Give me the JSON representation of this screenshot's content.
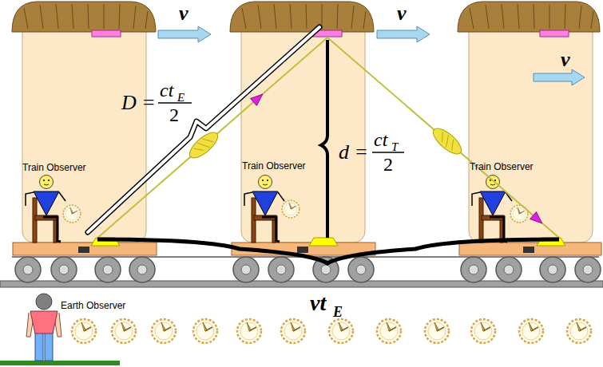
{
  "diagram": {
    "labels": [
      "v",
      "v",
      "v",
      "D =",
      "ct",
      "E",
      "2",
      "d =",
      "ct",
      "T",
      "2",
      "Train Observer",
      "Train Observer",
      "Train Observer",
      "vt",
      "E",
      "Earth Observer"
    ]
  }
}
